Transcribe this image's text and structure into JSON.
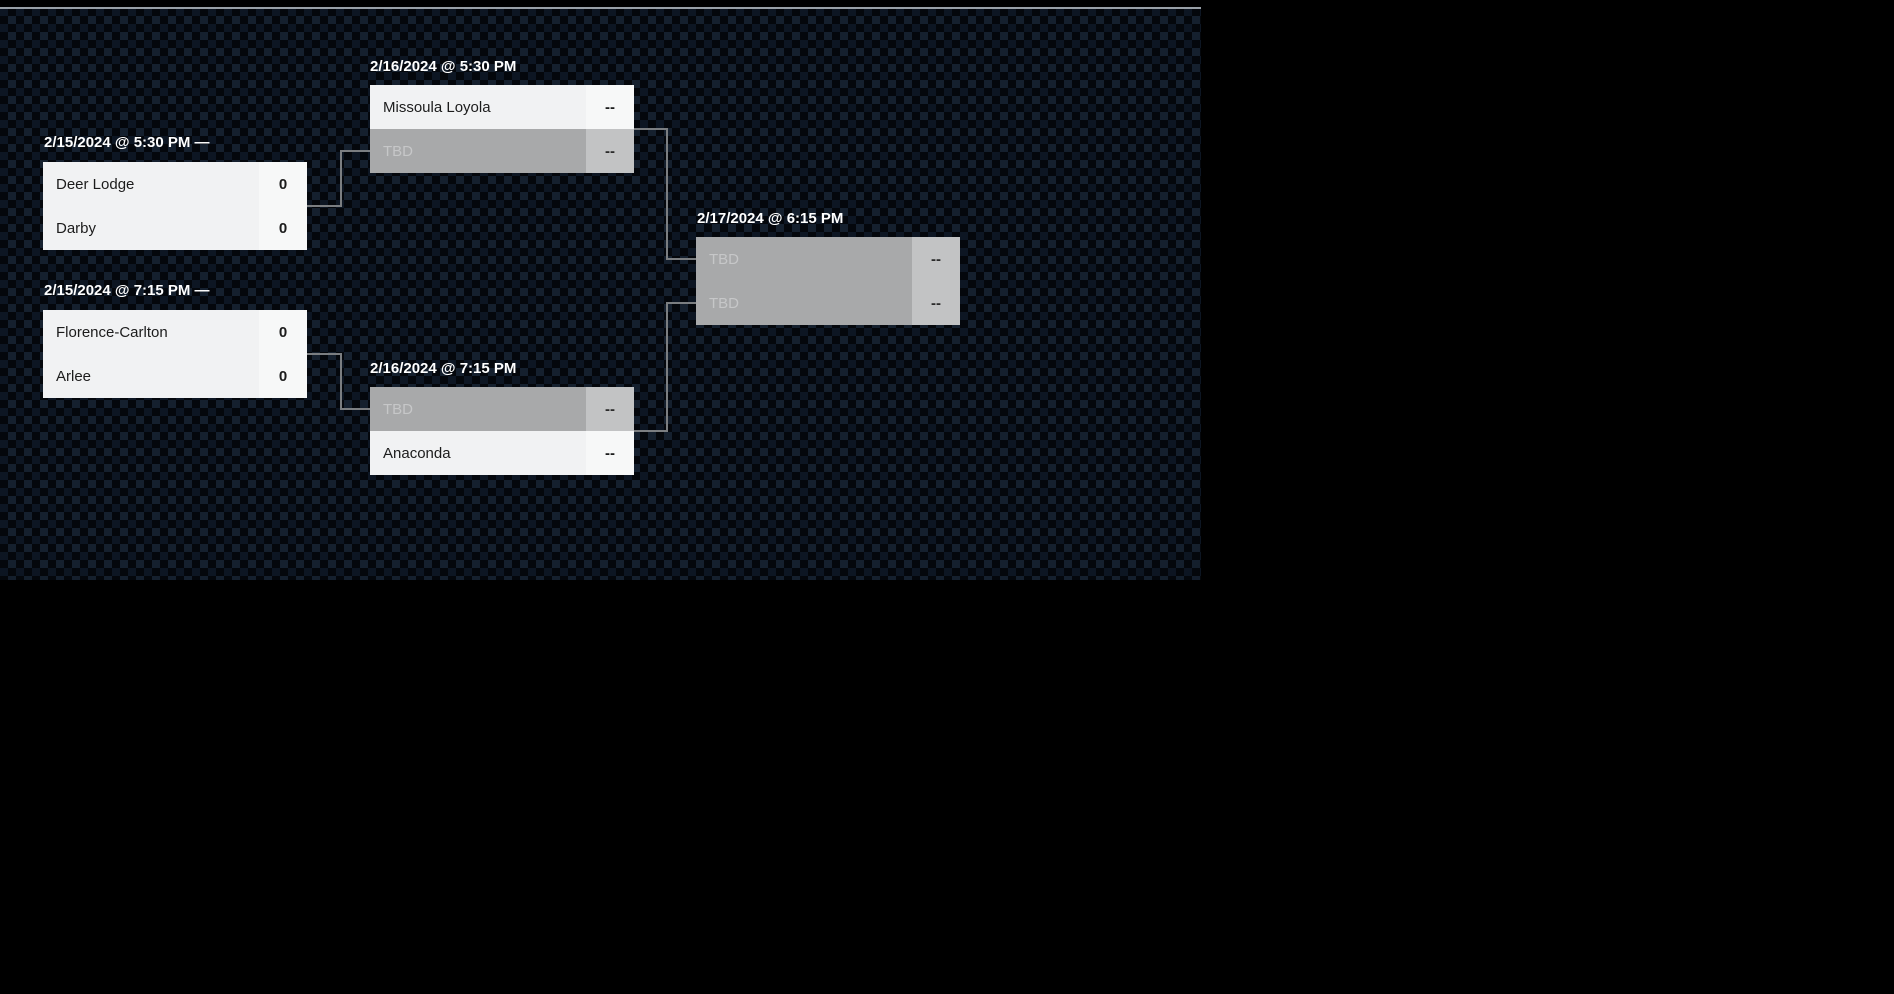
{
  "page": {
    "title": "Tournament Bracket"
  },
  "colors": {
    "page_bg": "#000000",
    "panel_checker_blue": "#15202e",
    "panel_checker_dark": "#04070c",
    "top_divider": "#99a0a7",
    "connector": "#7b7e81",
    "row_bg": "#f1f2f3",
    "row_score_bg": "#f7f8f8",
    "row_tbd_bg": "#a8a9aa",
    "row_tbd_score_bg": "#c2c3c4",
    "heading_text": "#ffffff",
    "team_text": "#1c1c1c",
    "tbd_text": "#c6c7c8"
  },
  "bracket": {
    "matches": [
      {
        "schedule": "2/15/2024 @ 5:30 PM —",
        "slots": [
          {
            "name": "Deer Lodge",
            "score": "0",
            "tbd": false
          },
          {
            "name": "Darby",
            "score": "0",
            "tbd": false
          }
        ]
      },
      {
        "schedule": "2/15/2024 @ 7:15 PM —",
        "slots": [
          {
            "name": "Florence-Carlton",
            "score": "0",
            "tbd": false
          },
          {
            "name": "Arlee",
            "score": "0",
            "tbd": false
          }
        ]
      },
      {
        "schedule": "2/16/2024 @ 5:30 PM",
        "slots": [
          {
            "name": "Missoula Loyola",
            "score": "--",
            "tbd": false
          },
          {
            "name": "TBD",
            "score": "--",
            "tbd": true
          }
        ]
      },
      {
        "schedule": "2/16/2024 @ 7:15 PM",
        "slots": [
          {
            "name": "TBD",
            "score": "--",
            "tbd": true
          },
          {
            "name": "Anaconda",
            "score": "--",
            "tbd": false
          }
        ]
      },
      {
        "schedule": "2/17/2024 @ 6:15 PM",
        "slots": [
          {
            "name": "TBD",
            "score": "--",
            "tbd": true
          },
          {
            "name": "TBD",
            "score": "--",
            "tbd": true
          }
        ]
      }
    ]
  }
}
